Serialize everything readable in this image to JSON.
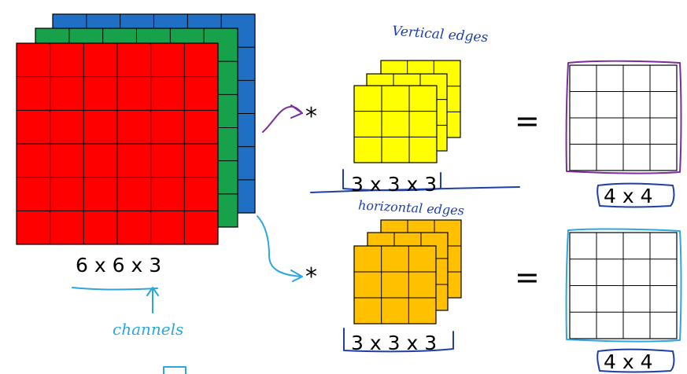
{
  "colors": {
    "input_blue": "#1f6fc5",
    "input_green": "#16a14a",
    "input_red": "#ff0000",
    "filter_yellow": "#ffff00",
    "filter_orange": "#ffc000",
    "ink_purple": "#7b2d9b",
    "ink_blue": "#2aa7e0",
    "ink_dark_blue": "#1f3fa6"
  },
  "input": {
    "label": "6 x 6 x 3",
    "grid": 6,
    "annotation": "channels"
  },
  "filter_1": {
    "label": "3 x 3 x 3",
    "grid": 3,
    "annotation": "Vertical edges"
  },
  "filter_2": {
    "label": "3 x 3 x 3",
    "grid": 3,
    "annotation": "horizontal edges"
  },
  "output_1": {
    "label": "4 x 4",
    "grid": 4
  },
  "output_2": {
    "label": "4 x 4",
    "grid": 4
  },
  "operators": {
    "convolve": "*",
    "equals": "="
  }
}
